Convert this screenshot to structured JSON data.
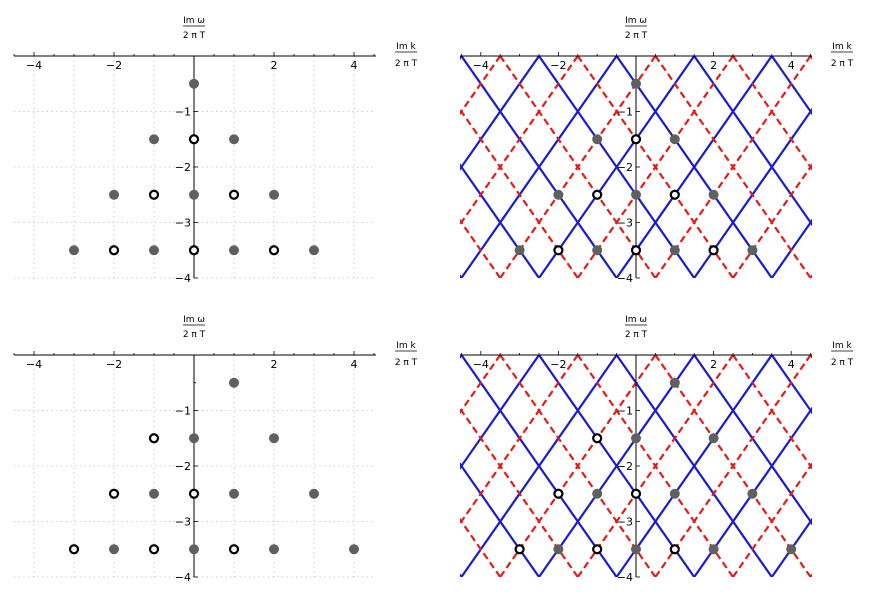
{
  "labels": {
    "y_num": "Im ω",
    "y_den": "2 π T",
    "x_num": "Im k",
    "x_den": "2 π T"
  },
  "colors": {
    "filled_point": "#606060",
    "open_point": "#000000",
    "solid_line": "#1a1ad0",
    "dashed_line": "#e51a1a",
    "grid": "#b0b0b0"
  },
  "chart_data": [
    {
      "type": "scatter",
      "panel": "top-left",
      "xlim": [
        -4.5,
        4.5
      ],
      "ylim": [
        -4,
        0
      ],
      "xticks": [
        -4,
        -2,
        2,
        4
      ],
      "yticks": [
        -1,
        -2,
        -3,
        -4
      ],
      "grid": true,
      "lines": false,
      "series": [
        {
          "marker": "filled",
          "points": [
            [
              0,
              -0.5
            ],
            [
              -1,
              -1.5
            ],
            [
              1,
              -1.5
            ],
            [
              -2,
              -2.5
            ],
            [
              0,
              -2.5
            ],
            [
              2,
              -2.5
            ],
            [
              -3,
              -3.5
            ],
            [
              -1,
              -3.5
            ],
            [
              1,
              -3.5
            ],
            [
              3,
              -3.5
            ]
          ]
        },
        {
          "marker": "open",
          "points": [
            [
              0,
              -1.5
            ],
            [
              -1,
              -2.5
            ],
            [
              1,
              -2.5
            ],
            [
              -2,
              -3.5
            ],
            [
              0,
              -3.5
            ],
            [
              2,
              -3.5
            ]
          ]
        }
      ]
    },
    {
      "type": "scatter",
      "panel": "top-right",
      "xlim": [
        -4.5,
        4.5
      ],
      "ylim": [
        -4,
        0
      ],
      "xticks": [
        -4,
        -2,
        2,
        4
      ],
      "yticks": [
        -1,
        -2,
        -3,
        -4
      ],
      "grid": false,
      "lines": true,
      "solid_vertices": [
        -2.5,
        0.5,
        2.5
      ],
      "dashed_vertices": [
        -1.5,
        1.5,
        3.5
      ],
      "line_family_step": 2,
      "series": [
        {
          "marker": "filled",
          "points": [
            [
              0,
              -0.5
            ],
            [
              -1,
              -1.5
            ],
            [
              1,
              -1.5
            ],
            [
              -2,
              -2.5
            ],
            [
              0,
              -2.5
            ],
            [
              2,
              -2.5
            ],
            [
              -3,
              -3.5
            ],
            [
              -1,
              -3.5
            ],
            [
              1,
              -3.5
            ],
            [
              3,
              -3.5
            ]
          ]
        },
        {
          "marker": "open",
          "points": [
            [
              0,
              -1.5
            ],
            [
              -1,
              -2.5
            ],
            [
              1,
              -2.5
            ],
            [
              -2,
              -3.5
            ],
            [
              0,
              -3.5
            ],
            [
              2,
              -3.5
            ]
          ]
        }
      ]
    },
    {
      "type": "scatter",
      "panel": "bottom-left",
      "xlim": [
        -4.5,
        4.5
      ],
      "ylim": [
        -4,
        0
      ],
      "xticks": [
        -4,
        -2,
        2,
        4
      ],
      "yticks": [
        -1,
        -2,
        -3,
        -4
      ],
      "grid": true,
      "lines": false,
      "series": [
        {
          "marker": "filled",
          "points": [
            [
              1,
              -0.5
            ],
            [
              0,
              -1.5
            ],
            [
              2,
              -1.5
            ],
            [
              -1,
              -2.5
            ],
            [
              1,
              -2.5
            ],
            [
              3,
              -2.5
            ],
            [
              -2,
              -3.5
            ],
            [
              0,
              -3.5
            ],
            [
              2,
              -3.5
            ],
            [
              4,
              -3.5
            ]
          ]
        },
        {
          "marker": "open",
          "points": [
            [
              -1,
              -1.5
            ],
            [
              -2,
              -2.5
            ],
            [
              0,
              -2.5
            ],
            [
              -3,
              -3.5
            ],
            [
              -1,
              -3.5
            ],
            [
              1,
              -3.5
            ]
          ]
        }
      ]
    },
    {
      "type": "scatter",
      "panel": "bottom-right",
      "xlim": [
        -4.5,
        4.5
      ],
      "ylim": [
        -4,
        0
      ],
      "xticks": [
        -4,
        -2,
        2,
        4
      ],
      "yticks": [
        -1,
        -2,
        -3,
        -4
      ],
      "grid": false,
      "lines": true,
      "solid_vertices": [
        -2.5,
        -0.5,
        1.5,
        3.5
      ],
      "dashed_vertices": [
        -3.5,
        -1.5,
        0.5,
        2.5
      ],
      "line_family_step": 2,
      "series": [
        {
          "marker": "filled",
          "points": [
            [
              1,
              -0.5
            ],
            [
              0,
              -1.5
            ],
            [
              2,
              -1.5
            ],
            [
              -1,
              -2.5
            ],
            [
              1,
              -2.5
            ],
            [
              3,
              -2.5
            ],
            [
              -2,
              -3.5
            ],
            [
              0,
              -3.5
            ],
            [
              2,
              -3.5
            ],
            [
              4,
              -3.5
            ]
          ]
        },
        {
          "marker": "open",
          "points": [
            [
              -1,
              -1.5
            ],
            [
              -2,
              -2.5
            ],
            [
              0,
              -2.5
            ],
            [
              -3,
              -3.5
            ],
            [
              -1,
              -3.5
            ],
            [
              1,
              -3.5
            ]
          ]
        }
      ]
    }
  ]
}
